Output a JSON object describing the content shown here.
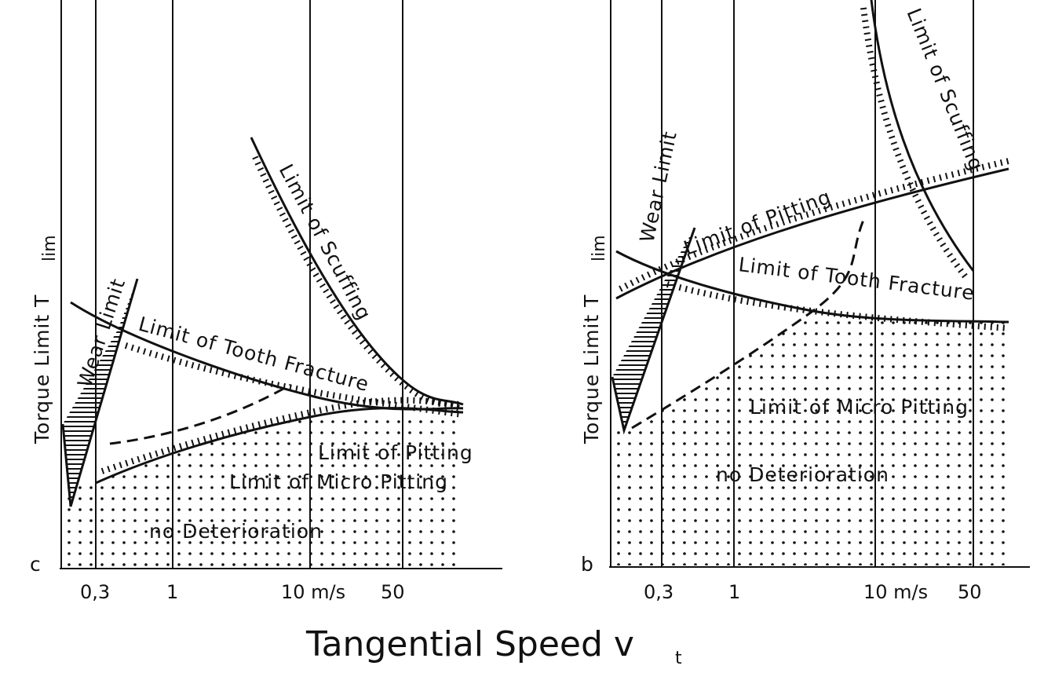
{
  "figure": {
    "xlabel": "Tangential Speed v",
    "xlabel_subscript": "t",
    "panels": [
      {
        "tag": "c",
        "ylabel": "Torque Limit  T",
        "ylabel_subscript": "lim",
        "ticks": [
          "0,3",
          "1",
          "10 m/s",
          "50"
        ],
        "labels": {
          "wear": "Wear Limit",
          "scuffing": "Limit of Scuffing",
          "fracture": "Limit of Tooth Fracture",
          "pitting": "Limit of Pitting",
          "micro": "Limit of Micro Pitting",
          "safe": "no Deterioration"
        }
      },
      {
        "tag": "b",
        "ylabel": "Torque Limit  T",
        "ylabel_subscript": "lim",
        "ticks": [
          "0,3",
          "1",
          "10 m/s",
          "50"
        ],
        "labels": {
          "wear": "Wear Limit",
          "scuffing": "Limit of Scuffing",
          "fracture": "Limit of Tooth Fracture",
          "pitting": "Limit of Pitting",
          "micro": "Limit of Micro Pitting",
          "safe": "no Deterioration"
        }
      }
    ]
  }
}
